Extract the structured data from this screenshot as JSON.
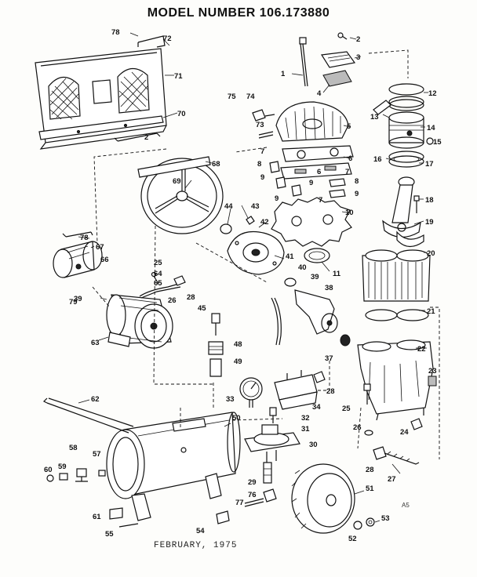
{
  "title": "MODEL NUMBER 106.173880",
  "footer": "FEBRUARY, 1975",
  "corner_mark": "A5",
  "labels": {
    "n1": "1",
    "n2a": "2",
    "n2b": "2",
    "n3": "3",
    "n4": "4",
    "n5": "5",
    "n6a": "6",
    "n6b": "6",
    "n7a": "7",
    "n7b": "7",
    "n7c": "7",
    "n8a": "8",
    "n8b": "8",
    "n9a": "9",
    "n9b": "9",
    "n9c": "9",
    "n9d": "9",
    "n10": "10",
    "n11": "11",
    "n12": "12",
    "n13": "13",
    "n14": "14",
    "n15": "15",
    "n16": "16",
    "n17": "17",
    "n18": "18",
    "n19": "19",
    "n20": "20",
    "n21": "21",
    "n22": "22",
    "n23": "23",
    "n24": "24",
    "n25a": "25",
    "n25b": "25",
    "n26a": "26",
    "n26b": "26",
    "n27": "27",
    "n28a": "28",
    "n28b": "28",
    "n28c": "28",
    "n29": "29",
    "n30": "30",
    "n31": "31",
    "n32": "32",
    "n33": "33",
    "n34": "34",
    "n37": "37",
    "n38": "38",
    "n39a": "39",
    "n39b": "39",
    "n40": "40",
    "n41": "41",
    "n42": "42",
    "n43": "43",
    "n44": "44",
    "n45": "45",
    "n48": "48",
    "n49": "49",
    "n50": "50",
    "n51": "51",
    "n52": "52",
    "n53": "53",
    "n54": "54",
    "n55": "55",
    "n57": "57",
    "n58": "58",
    "n59": "59",
    "n60": "60",
    "n61": "61",
    "n62": "62",
    "n63": "63",
    "n64": "64",
    "n65": "65",
    "n66": "66",
    "n67": "67",
    "n68": "68",
    "n69": "69",
    "n70": "70",
    "n71": "71",
    "n72": "72",
    "n73": "73",
    "n74": "74",
    "n75": "75",
    "n76": "76",
    "n77": "77",
    "n78a": "78",
    "n78b": "78",
    "n79": "79"
  }
}
